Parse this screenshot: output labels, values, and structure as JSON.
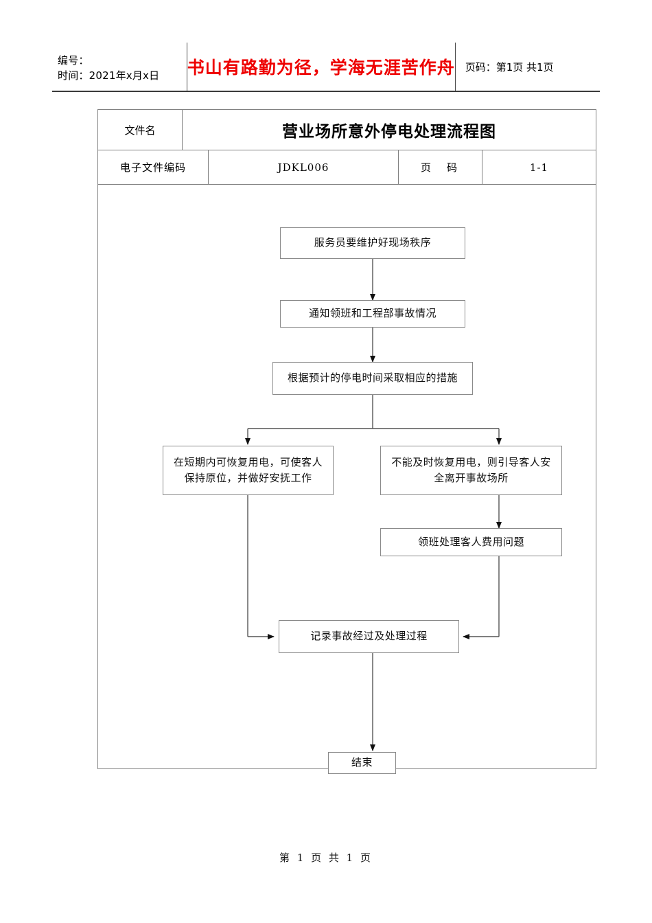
{
  "header": {
    "number_label": "编号：",
    "time_label": "时间：2021年x月x日",
    "motto": "书山有路勤为径，学海无涯苦作舟",
    "pages": "页码：第1页 共1页"
  },
  "doc_table": {
    "filename_label": "文件名",
    "doc_title": "营业场所意外停电处理流程图",
    "code_label": "电子文件编码",
    "code_value": "JDKL006",
    "page_label": "页　码",
    "page_value": "1-1"
  },
  "flowchart": {
    "nodes": [
      {
        "id": "n1",
        "text": "服务员要维护好现场秩序"
      },
      {
        "id": "n2",
        "text": "通知领班和工程部事故情况"
      },
      {
        "id": "n3",
        "text": "根据预计的停电时间采取相应的措施"
      },
      {
        "id": "n4",
        "text": "在短期内可恢复用电，可使客人保持原位，并做好安抚工作"
      },
      {
        "id": "n5",
        "text": "不能及时恢复用电，则引导客人安全离开事故场所"
      },
      {
        "id": "n6",
        "text": "领班处理客人费用问题"
      },
      {
        "id": "n7",
        "text": "记录事故经过及处理过程"
      },
      {
        "id": "n8",
        "text": "结束"
      }
    ],
    "edges": [
      {
        "from": "n1",
        "to": "n2"
      },
      {
        "from": "n3",
        "to": "n4"
      },
      {
        "from": "n3",
        "to": "n5"
      },
      {
        "from": "n2",
        "to": "n3"
      },
      {
        "from": "n5",
        "to": "n6"
      },
      {
        "from": "n4",
        "to": "n7"
      },
      {
        "from": "n6",
        "to": "n7"
      },
      {
        "from": "n7",
        "to": "n8"
      }
    ]
  },
  "footer": {
    "page_text": "第 1 页 共 1 页"
  },
  "colors": {
    "motto": "#ee0000",
    "border": "#808080",
    "node_border": "#8a8a8a",
    "connector": "#555555"
  }
}
